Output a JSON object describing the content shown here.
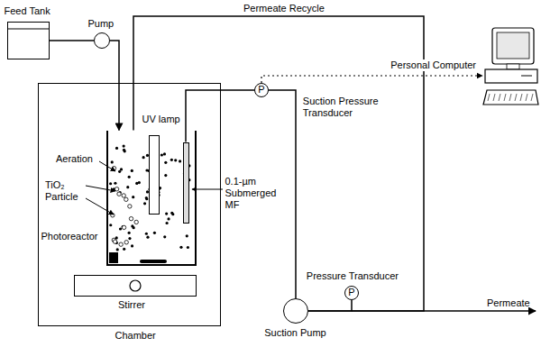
{
  "diagram": {
    "nodes": [
      {
        "text": [
          "Feed Tank"
        ]
      },
      {
        "text": [
          "Pump"
        ]
      },
      {
        "text": [
          "Chamber"
        ]
      },
      {
        "text": [
          "Photoreactor"
        ],
        "in": 2
      },
      {
        "text": [
          "UV lamp"
        ],
        "in": 3
      },
      {
        "text": [
          "0.1-µm Submerged MF"
        ],
        "in": 3
      },
      {
        "text": [
          "Stirrer"
        ],
        "in": 2
      },
      {
        "text": [
          "P",
          "Suction Pressure Transducer"
        ]
      },
      {
        "text": [
          "Personal Computer"
        ]
      },
      {
        "text": [
          "Suction Pump"
        ]
      },
      {
        "text": [
          "P",
          "Pressure Transducer"
        ]
      }
    ],
    "edges": [
      {
        "from": 0,
        "to": 1,
        "arrow": "none"
      },
      {
        "from": 1,
        "to": 3,
        "arrow": "to"
      },
      {
        "from": 5,
        "to": 7,
        "arrow": "none"
      },
      {
        "from": 7,
        "to": 9,
        "arrow": "none"
      },
      {
        "from": 7,
        "to": 8,
        "arrow": "to"
      },
      {
        "from": 9,
        "to": 3,
        "label": "Permeate Recycle",
        "arrow": "none"
      },
      {
        "from": 9,
        "to": 10,
        "arrow": "none"
      }
    ],
    "labels": [
      "Aeration",
      "TiO₂ Particle",
      "Permeate"
    ]
  }
}
